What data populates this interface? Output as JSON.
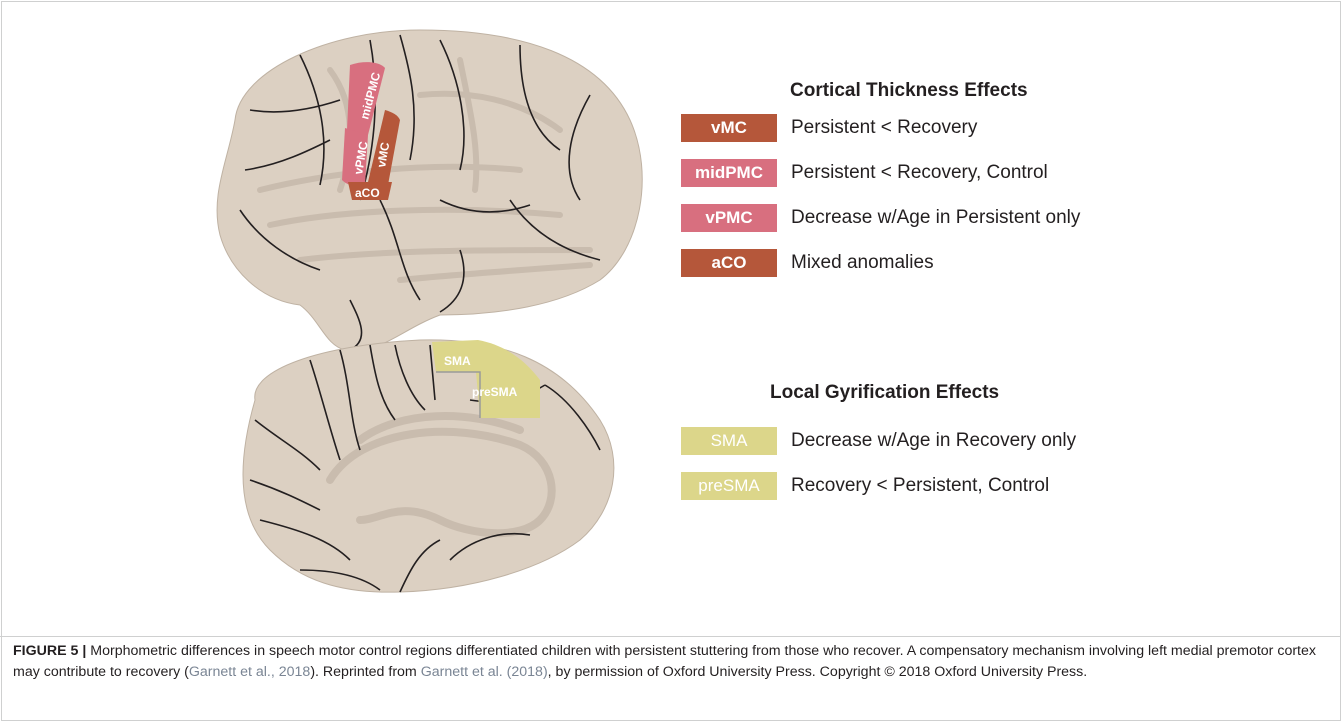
{
  "cortical": {
    "title": "Cortical Thickness Effects",
    "items": [
      {
        "label": "vMC",
        "text": "Persistent < Recovery",
        "color": "#b5573a"
      },
      {
        "label": "midPMC",
        "text": "Persistent < Recovery, Control",
        "color": "#d86f7f"
      },
      {
        "label": "vPMC",
        "text": "Decrease w/Age in Persistent only",
        "color": "#d86f7f"
      },
      {
        "label": "aCO",
        "text": "Mixed anomalies",
        "color": "#b5573a"
      }
    ]
  },
  "gyrification": {
    "title": "Local Gyrification Effects",
    "items": [
      {
        "label": "SMA",
        "text": "Decrease w/Age in Recovery only",
        "color": "#dcd68a"
      },
      {
        "label": "preSMA",
        "text": "Recovery < Persistent, Control",
        "color": "#dcd68a"
      }
    ]
  },
  "brain_labels": {
    "midPMC": "midPMC",
    "vPMC": "vPMC",
    "vMC": "vMC",
    "aCO": "aCO",
    "SMA": "SMA",
    "preSMA": "preSMA"
  },
  "caption": {
    "label": "FIGURE 5 |",
    "text1": " Morphometric differences in speech motor control regions differentiated children with persistent stuttering from those who recover. A compensatory mechanism involving left medial premotor cortex may contribute to recovery (",
    "cite1": "Garnett et al., 2018",
    "text2": "). Reprinted from ",
    "cite2": "Garnett et al. (2018)",
    "text3": ", by permission of Oxford University Press. Copyright © 2018 Oxford University Press."
  },
  "colors": {
    "brain_fill": "#dcd0c2",
    "sulci": "#c9bcae",
    "border": "#231f20",
    "citation": "#7a8594"
  }
}
